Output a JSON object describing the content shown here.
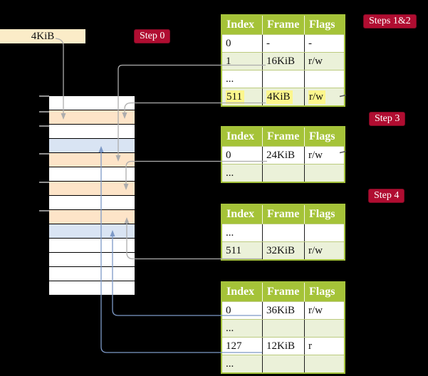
{
  "colors": {
    "accent_red": "#b00d31",
    "label_border": "#7d0a23",
    "box_cream": "#fbecc8",
    "table_border": "#a5c33c",
    "header_bg": "#a5c338",
    "row_alt_green": "#ebf1d9",
    "row_divider": "#bccb7f",
    "highlight_yellow": "#fcf68c",
    "frame_peach": "#fde4c8",
    "frame_blue": "#d9e4f3",
    "line_gray": "#adadad",
    "line_blue": "#7d99c7",
    "tick_gray": "#8f8f8f"
  },
  "legend_box": {
    "label": "4KiB"
  },
  "step_labels": {
    "step0": "Step 0",
    "steps12": "Steps 1&2",
    "step3": "Step 3",
    "step4": "Step 4"
  },
  "memory": {
    "row_colors": [
      "white",
      "peach",
      "white",
      "blue",
      "peach",
      "white",
      "peach",
      "white",
      "peach",
      "blue",
      "white",
      "white",
      "white",
      "white"
    ]
  },
  "tables": [
    {
      "step": "Steps 1&2",
      "headers": [
        "Index",
        "Frame",
        "Flags"
      ],
      "rows": [
        {
          "cells": [
            "0",
            "-",
            "-"
          ],
          "highlight": false
        },
        {
          "cells": [
            "1",
            "16KiB",
            "r/w"
          ],
          "highlight": false
        },
        {
          "cells": [
            "...",
            "",
            ""
          ],
          "highlight": false
        },
        {
          "cells": [
            "511",
            "4KiB",
            "r/w"
          ],
          "highlight": true
        }
      ]
    },
    {
      "step": "Step 3",
      "headers": [
        "Index",
        "Frame",
        "Flags"
      ],
      "rows": [
        {
          "cells": [
            "0",
            "24KiB",
            "r/w"
          ],
          "highlight": false
        },
        {
          "cells": [
            "...",
            "",
            ""
          ],
          "highlight": false
        }
      ]
    },
    {
      "step": "Step 4",
      "headers": [
        "Index",
        "Frame",
        "Flags"
      ],
      "rows": [
        {
          "cells": [
            "...",
            "",
            ""
          ],
          "highlight": false
        },
        {
          "cells": [
            "511",
            "32KiB",
            "r/w"
          ],
          "highlight": false
        }
      ]
    },
    {
      "step": "",
      "headers": [
        "Index",
        "Frame",
        "Flags"
      ],
      "rows": [
        {
          "cells": [
            "0",
            "36KiB",
            "r/w"
          ],
          "highlight": false
        },
        {
          "cells": [
            "...",
            "",
            ""
          ],
          "highlight": false
        },
        {
          "cells": [
            "127",
            "12KiB",
            "r"
          ],
          "highlight": false
        },
        {
          "cells": [
            "...",
            "",
            ""
          ],
          "highlight": false
        }
      ]
    }
  ]
}
